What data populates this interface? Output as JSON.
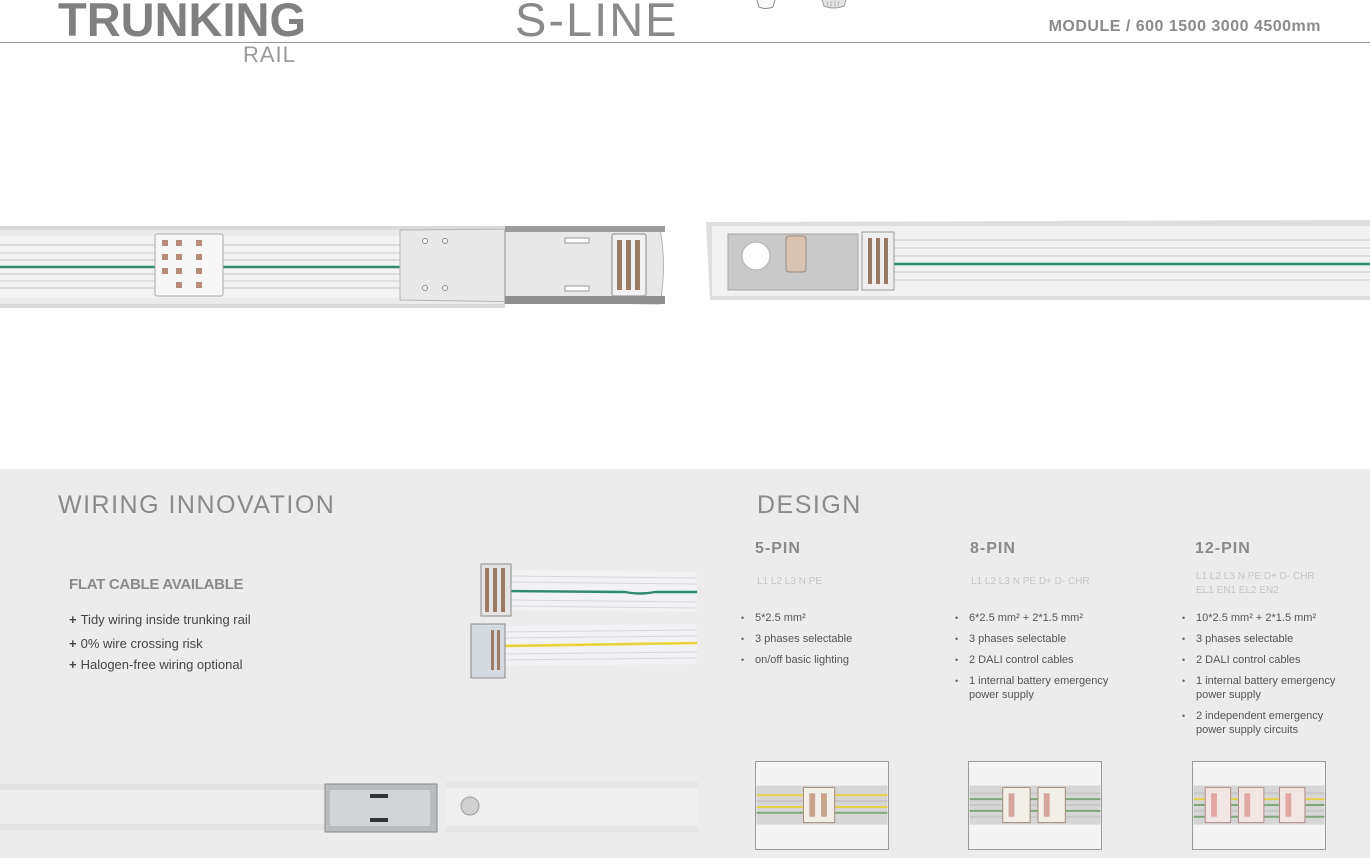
{
  "header": {
    "brand_title": "TRUNKING",
    "brand_sub": "RAIL",
    "product": "S-LINE",
    "module_text": "MODULE / 600 1500 3000 4500mm"
  },
  "wiring": {
    "title": "WIRING INNOVATION",
    "subtitle": "FLAT CABLE AVAILABLE",
    "features": [
      "Tidy wiring inside trunking rail",
      "0% wire crossing risk",
      "Halogen-free wiring optional"
    ]
  },
  "design": {
    "title": "DESIGN",
    "pins": [
      {
        "name": "5-PIN",
        "sub": "L1 L2 L3 N PE",
        "items": [
          "5*2.5 mm²",
          "3 phases selectable",
          "on/off basic lighting"
        ]
      },
      {
        "name": "8-PIN",
        "sub": "L1 L2 L3 N PE D+ D- CHR",
        "items": [
          "6*2.5 mm² + 2*1.5 mm²",
          "3 phases selectable",
          "2 DALI control cables",
          "1 internal battery emergency power supply"
        ]
      },
      {
        "name": "12-PIN",
        "sub": "L1 L2 L3 N PE D+ D- CHR EL1 EN1 EL2 EN2",
        "items": [
          "10*2.5 mm² + 2*1.5 mm²",
          "3 phases selectable",
          "2 DALI control cables",
          "1 internal battery emergency power supply",
          "2 independent emergency power supply circuits"
        ]
      }
    ]
  },
  "colors": {
    "section_bg": "#ececec",
    "heading_gray": "#8a8a8a",
    "wire_green": "#2e8a6e",
    "wire_yellow": "#e8d23a"
  }
}
